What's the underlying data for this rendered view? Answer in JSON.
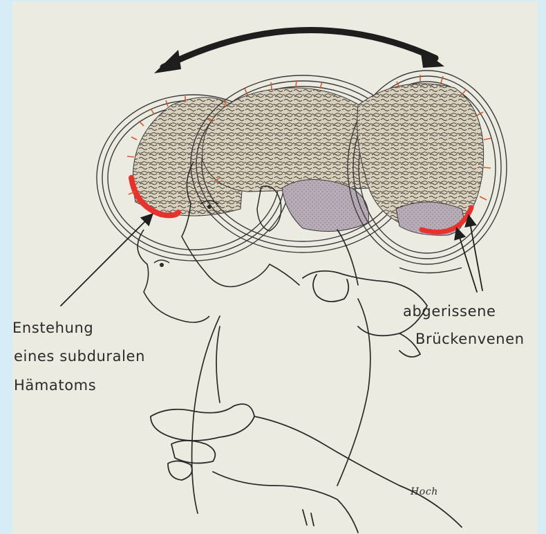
{
  "labels": {
    "left": {
      "line1": "Enstehung",
      "line2": "eines subduralen",
      "line3": "Hämatoms"
    },
    "right": {
      "line1": "abgerissene",
      "line2": "Brückenvenen"
    },
    "signature": "Hoch"
  },
  "colors": {
    "paper": "#ecebe1",
    "frame": "#d6ecf6",
    "ink": "#2a2a2a",
    "hematoma": "#e8322e",
    "bridging_veins": "#d55a2c",
    "brain": "#d8d0bd",
    "cerebellum": "#b9adb6"
  },
  "icons": {
    "motion_arrow": "double-headed-curved-arrow"
  }
}
